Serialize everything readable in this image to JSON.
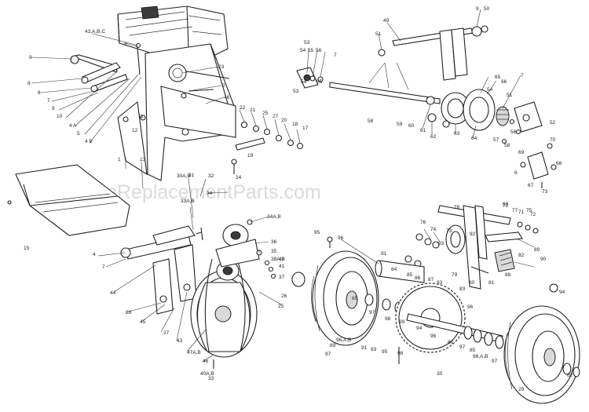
{
  "watermark": "eReplacementParts.com",
  "callouts": [
    {
      "id": "c1",
      "text": "9"
    },
    {
      "id": "c2",
      "text": "43,A,B,C"
    },
    {
      "id": "c3",
      "text": "8"
    },
    {
      "id": "c4",
      "text": "8"
    },
    {
      "id": "c5",
      "text": "7"
    },
    {
      "id": "c6",
      "text": "9"
    },
    {
      "id": "c7",
      "text": "10"
    },
    {
      "id": "c8",
      "text": "4 A"
    },
    {
      "id": "c9",
      "text": "5"
    },
    {
      "id": "c10",
      "text": "4 B"
    },
    {
      "id": "c11",
      "text": "8"
    },
    {
      "id": "c12",
      "text": "11"
    },
    {
      "id": "c13",
      "text": "12"
    },
    {
      "id": "c14",
      "text": "23"
    },
    {
      "id": "c15",
      "text": "2"
    },
    {
      "id": "c16",
      "text": "46"
    },
    {
      "id": "c17",
      "text": "22"
    },
    {
      "id": "c18",
      "text": "21"
    },
    {
      "id": "c19",
      "text": "25"
    },
    {
      "id": "c20",
      "text": "27"
    },
    {
      "id": "c21",
      "text": "20"
    },
    {
      "id": "c22",
      "text": "18"
    },
    {
      "id": "c23",
      "text": "17"
    },
    {
      "id": "c24",
      "text": "19"
    },
    {
      "id": "c25",
      "text": "24"
    },
    {
      "id": "c26",
      "text": "1"
    },
    {
      "id": "c27",
      "text": "13"
    },
    {
      "id": "c28",
      "text": "32"
    },
    {
      "id": "c29",
      "text": "31"
    },
    {
      "id": "c30",
      "text": "30A,B"
    },
    {
      "id": "c31",
      "text": "34"
    },
    {
      "id": "c32",
      "text": "15"
    },
    {
      "id": "c33",
      "text": "33A,B"
    },
    {
      "id": "c34",
      "text": "34A,B"
    },
    {
      "id": "c35",
      "text": "36"
    },
    {
      "id": "c36",
      "text": "35"
    },
    {
      "id": "c37",
      "text": "38A,B"
    },
    {
      "id": "c38",
      "text": "42"
    },
    {
      "id": "c39",
      "text": "41"
    },
    {
      "id": "c40",
      "text": "37"
    },
    {
      "id": "c41",
      "text": "4"
    },
    {
      "id": "c42",
      "text": "7"
    },
    {
      "id": "c43",
      "text": "44"
    },
    {
      "id": "c44",
      "text": "28"
    },
    {
      "id": "c45",
      "text": "45"
    },
    {
      "id": "c46",
      "text": "27"
    },
    {
      "id": "c47",
      "text": "43"
    },
    {
      "id": "c48",
      "text": "47A,B"
    },
    {
      "id": "c49",
      "text": "46"
    },
    {
      "id": "c50",
      "text": "40A,B"
    },
    {
      "id": "c51",
      "text": "33"
    },
    {
      "id": "c52",
      "text": "25"
    },
    {
      "id": "c53",
      "text": "26"
    },
    {
      "id": "c54",
      "text": "49"
    },
    {
      "id": "c55",
      "text": "9"
    },
    {
      "id": "c56",
      "text": "50"
    },
    {
      "id": "c57",
      "text": "51"
    },
    {
      "id": "c58",
      "text": "53"
    },
    {
      "id": "c59",
      "text": "54"
    },
    {
      "id": "c60",
      "text": "55"
    },
    {
      "id": "c61",
      "text": "56"
    },
    {
      "id": "c62",
      "text": "7"
    },
    {
      "id": "c63",
      "text": "53"
    },
    {
      "id": "c64",
      "text": "54"
    },
    {
      "id": "c65",
      "text": "55"
    },
    {
      "id": "c66",
      "text": "58"
    },
    {
      "id": "c67",
      "text": "59"
    },
    {
      "id": "c68",
      "text": "60"
    },
    {
      "id": "c69",
      "text": "61"
    },
    {
      "id": "c70",
      "text": "62"
    },
    {
      "id": "c71",
      "text": "63"
    },
    {
      "id": "c72",
      "text": "64"
    },
    {
      "id": "c73",
      "text": "65"
    },
    {
      "id": "c74",
      "text": "66"
    },
    {
      "id": "c75",
      "text": "7"
    },
    {
      "id": "c76",
      "text": "54"
    },
    {
      "id": "c77",
      "text": "51"
    },
    {
      "id": "c78",
      "text": "56"
    },
    {
      "id": "c79",
      "text": "57"
    },
    {
      "id": "c80",
      "text": "58"
    },
    {
      "id": "c81",
      "text": "52"
    },
    {
      "id": "c82",
      "text": "70"
    },
    {
      "id": "c83",
      "text": "69"
    },
    {
      "id": "c84",
      "text": "68"
    },
    {
      "id": "c85",
      "text": "6"
    },
    {
      "id": "c86",
      "text": "67"
    },
    {
      "id": "c87",
      "text": "73"
    },
    {
      "id": "c88",
      "text": "69"
    },
    {
      "id": "c89",
      "text": "71"
    },
    {
      "id": "c90",
      "text": "72"
    },
    {
      "id": "c91",
      "text": "96"
    },
    {
      "id": "c92",
      "text": "95"
    },
    {
      "id": "c93",
      "text": "91"
    },
    {
      "id": "c94",
      "text": "76"
    },
    {
      "id": "c95",
      "text": "74"
    },
    {
      "id": "c96",
      "text": "73"
    },
    {
      "id": "c97",
      "text": "78"
    },
    {
      "id": "c98",
      "text": "72"
    },
    {
      "id": "c99",
      "text": "77"
    },
    {
      "id": "c100",
      "text": "75"
    },
    {
      "id": "c101",
      "text": "84"
    },
    {
      "id": "c102",
      "text": "85"
    },
    {
      "id": "c103",
      "text": "86"
    },
    {
      "id": "c104",
      "text": "87"
    },
    {
      "id": "c105",
      "text": "93"
    },
    {
      "id": "c106",
      "text": "79"
    },
    {
      "id": "c107",
      "text": "83"
    },
    {
      "id": "c108",
      "text": "80"
    },
    {
      "id": "c109",
      "text": "81"
    },
    {
      "id": "c110",
      "text": "82"
    },
    {
      "id": "c111",
      "text": "89"
    },
    {
      "id": "c112",
      "text": "90"
    },
    {
      "id": "c113",
      "text": "88"
    },
    {
      "id": "c114",
      "text": "92"
    },
    {
      "id": "c115",
      "text": "93"
    },
    {
      "id": "c116",
      "text": "94"
    },
    {
      "id": "c117",
      "text": "96"
    },
    {
      "id": "c118",
      "text": "85"
    },
    {
      "id": "c119",
      "text": "97"
    },
    {
      "id": "c120",
      "text": "98"
    },
    {
      "id": "c121",
      "text": "99"
    },
    {
      "id": "c122",
      "text": "94"
    },
    {
      "id": "c123",
      "text": "96"
    },
    {
      "id": "c124",
      "text": "86"
    },
    {
      "id": "c125",
      "text": "97"
    },
    {
      "id": "c126",
      "text": "85"
    },
    {
      "id": "c127",
      "text": "98,A,B"
    },
    {
      "id": "c128",
      "text": "97"
    },
    {
      "id": "c129",
      "text": "89"
    },
    {
      "id": "c130",
      "text": "91"
    },
    {
      "id": "c131",
      "text": "93"
    },
    {
      "id": "c132",
      "text": "95"
    },
    {
      "id": "c133",
      "text": "98"
    },
    {
      "id": "c134",
      "text": "30"
    },
    {
      "id": "c135",
      "text": "96,A,B"
    },
    {
      "id": "c136",
      "text": "97"
    },
    {
      "id": "c137",
      "text": "29"
    },
    {
      "id": "c138",
      "text": "62"
    }
  ]
}
